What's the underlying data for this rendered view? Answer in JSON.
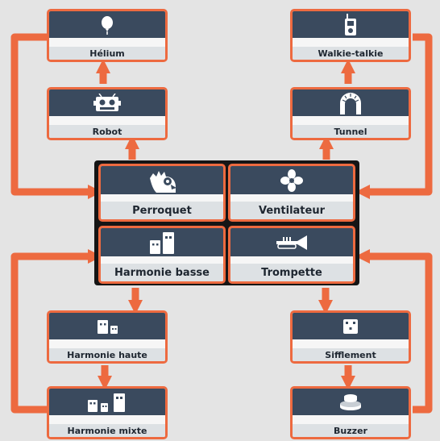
{
  "tiles": {
    "helium": {
      "label": "Hélium",
      "icon": "balloon-icon"
    },
    "robot": {
      "label": "Robot",
      "icon": "robot-icon"
    },
    "walkie": {
      "label": "Walkie-talkie",
      "icon": "walkie-talkie-icon"
    },
    "tunnel": {
      "label": "Tunnel",
      "icon": "tunnel-icon"
    },
    "perroquet": {
      "label": "Perroquet",
      "icon": "parrot-icon"
    },
    "ventilateur": {
      "label": "Ventilateur",
      "icon": "fan-icon"
    },
    "harmonie_basse": {
      "label": "Harmonie basse",
      "icon": "low-harmony-icon"
    },
    "trompette": {
      "label": "Trompette",
      "icon": "trumpet-icon"
    },
    "harmonie_haute": {
      "label": "Harmonie haute",
      "icon": "high-harmony-icon"
    },
    "sifflement": {
      "label": "Sifflement",
      "icon": "whistle-icon"
    },
    "harmonie_mixte": {
      "label": "Harmonie mixte",
      "icon": "mixed-harmony-icon"
    },
    "buzzer": {
      "label": "Buzzer",
      "icon": "buzzer-icon"
    }
  },
  "colors": {
    "accent": "#ed6a40",
    "tile_top": "#3a4a5e",
    "label_bg": "#dde1e4",
    "background": "#e4e4e4"
  }
}
